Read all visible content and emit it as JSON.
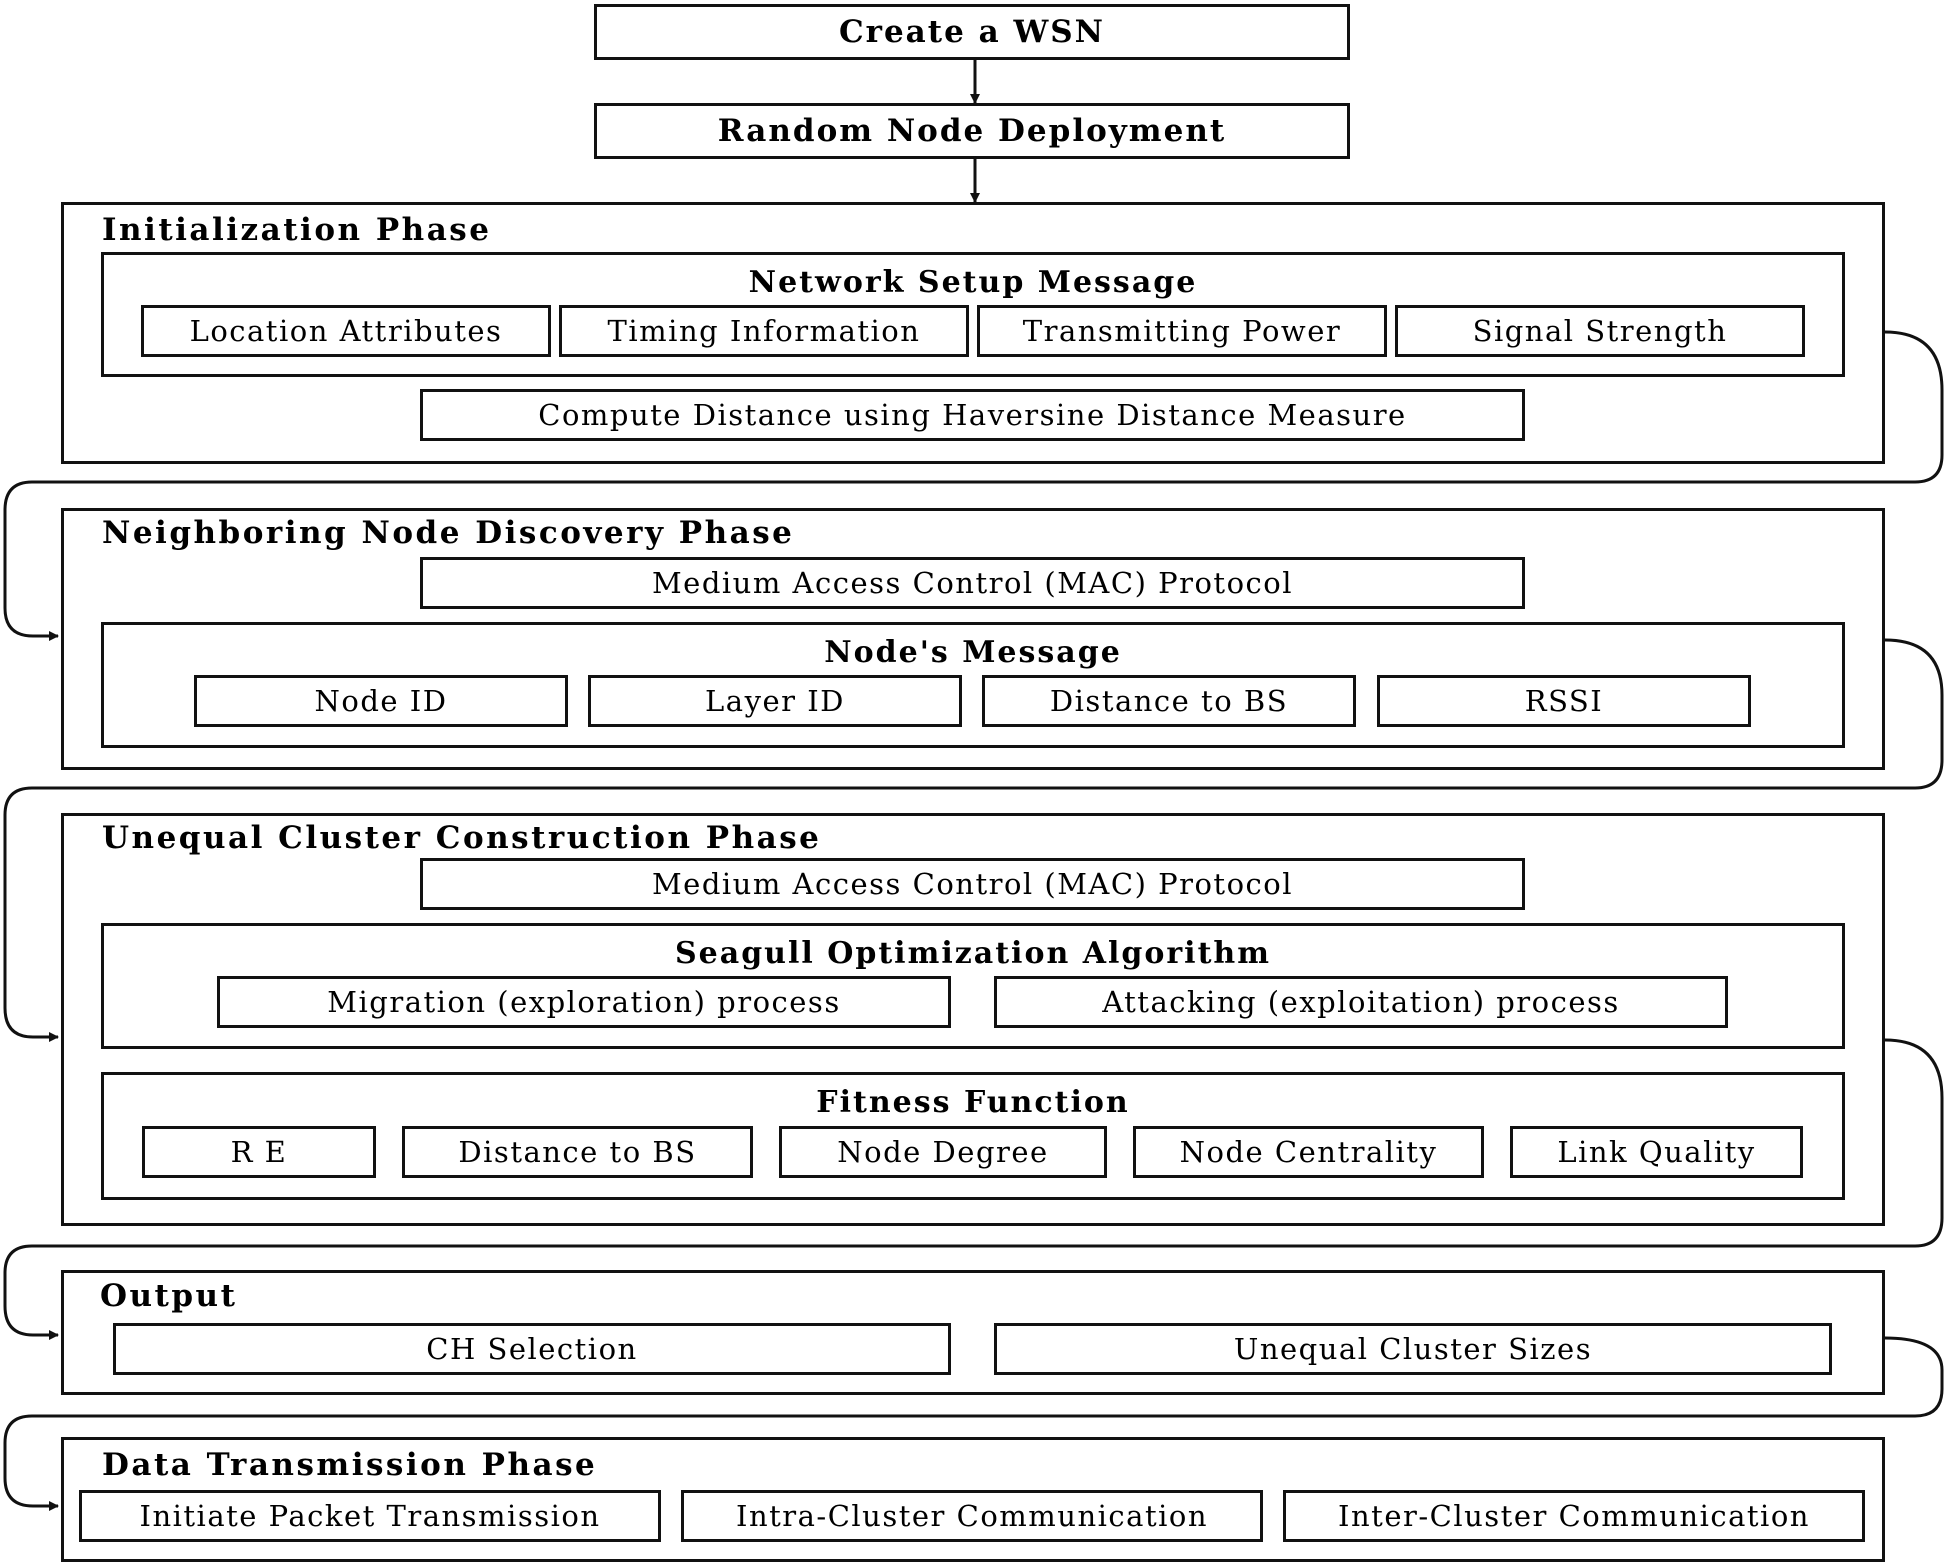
{
  "top_steps": [
    "Create a WSN",
    "Random Node Deployment"
  ],
  "initialization": {
    "title": "Initialization Phase",
    "setup_message": {
      "title": "Network Setup Message",
      "items": [
        "Location Attributes",
        "Timing Information",
        "Transmitting Power",
        "Signal Strength"
      ]
    },
    "compute": "Compute Distance using Haversine Distance Measure"
  },
  "discovery": {
    "title": "Neighboring Node Discovery Phase",
    "mac": "Medium Access Control (MAC) Protocol",
    "node_message": {
      "title": "Node's Message",
      "items": [
        "Node ID",
        "Layer ID",
        "Distance to BS",
        "RSSI"
      ]
    }
  },
  "construction": {
    "title": "Unequal Cluster Construction Phase",
    "mac": "Medium Access Control (MAC) Protocol",
    "soa": {
      "title": "Seagull Optimization Algorithm",
      "items": [
        "Migration (exploration) process",
        "Attacking (exploitation) process"
      ]
    },
    "fitness": {
      "title": "Fitness Function",
      "items": [
        "R E",
        "Distance to BS",
        "Node Degree",
        "Node Centrality",
        "Link Quality"
      ]
    }
  },
  "output": {
    "title": "Output",
    "items": [
      "CH Selection",
      "Unequal Cluster Sizes"
    ]
  },
  "transmission": {
    "title": "Data Transmission Phase",
    "items": [
      "Initiate Packet Transmission",
      "Intra-Cluster Communication",
      "Inter-Cluster Communication"
    ]
  }
}
